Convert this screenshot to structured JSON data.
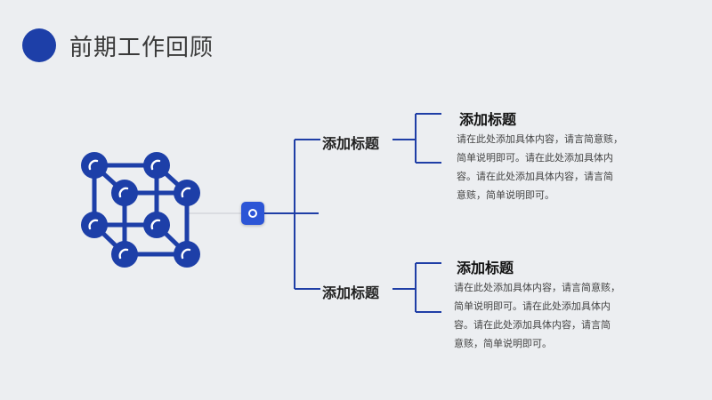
{
  "page": {
    "title": "前期工作回顾"
  },
  "colors": {
    "accent": "#1d3fa8",
    "line": "#1f3ea6",
    "background": "#eceef1"
  },
  "icons": {
    "cube": "network-cube-icon",
    "center": "circle-node-icon"
  },
  "branches": [
    {
      "label": "添加标题",
      "heading": "添加标题",
      "lines": [
        "请在此处添加具体内容，请言简意赅，",
        "简单说明即可。请在此处添加具体内",
        "容。请在此处添加具体内容，请言简",
        "意赅，简单说明即可。"
      ]
    },
    {
      "label": "添加标题",
      "heading": "添加标题",
      "lines": [
        "请在此处添加具体内容，请言简意赅，",
        "简单说明即可。请在此处添加具体内",
        "容。请在此处添加具体内容，请言简",
        "意赅，简单说明即可。"
      ]
    }
  ]
}
